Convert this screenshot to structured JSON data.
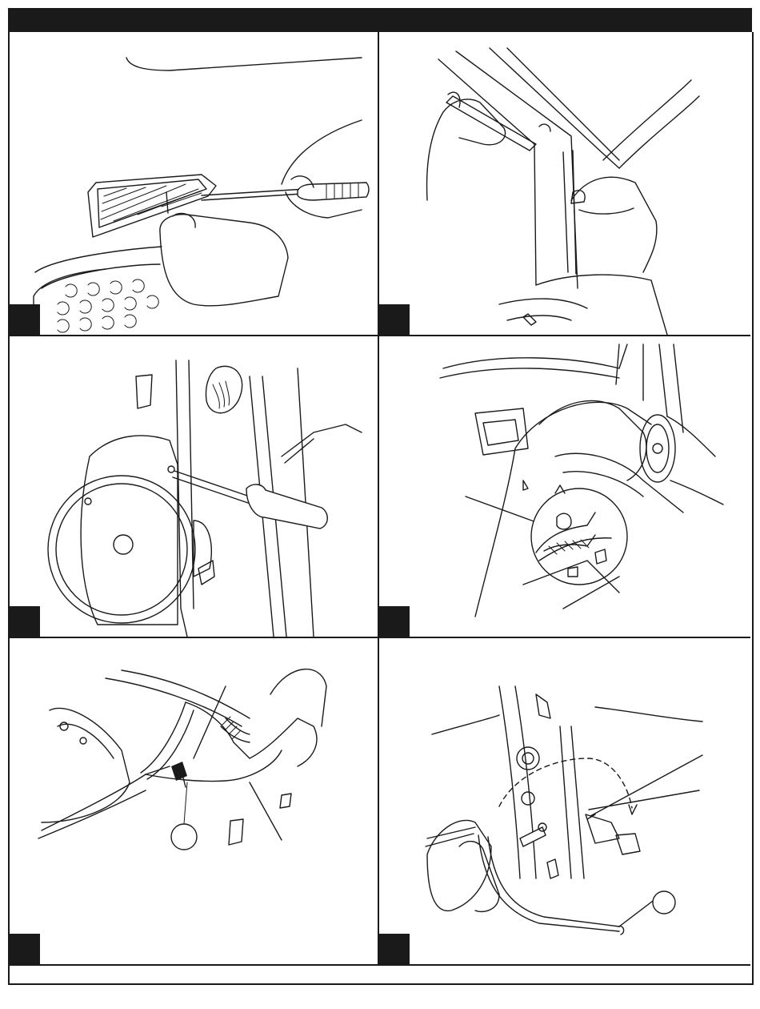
{
  "document": {
    "header_text": "",
    "panels": [
      {
        "id": "panel-1",
        "step_label": "",
        "illustration": "removing-grille-with-screwdriver"
      },
      {
        "id": "panel-2",
        "step_label": "",
        "illustration": "prying-door-trim-panel"
      },
      {
        "id": "panel-3",
        "step_label": "",
        "illustration": "unscrewing-door-speaker"
      },
      {
        "id": "panel-4",
        "step_label": "",
        "illustration": "removing-door-panel-with-callout"
      },
      {
        "id": "panel-5",
        "step_label": "",
        "illustration": "speaker-wire-connector"
      },
      {
        "id": "panel-6",
        "step_label": "",
        "illustration": "routing-speaker-wire"
      }
    ],
    "callout_labels": {
      "panel-5": "",
      "panel-6": ""
    }
  }
}
